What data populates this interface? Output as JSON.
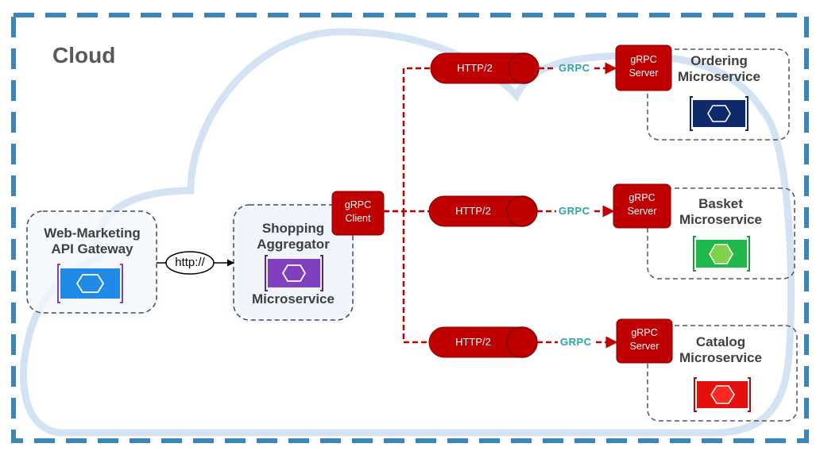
{
  "title": "Cloud",
  "gateway": {
    "line1": "Web-Marketing",
    "line2": "API Gateway"
  },
  "link_http": "http://",
  "aggregator": {
    "line1": "Shopping",
    "line2": "Aggregator",
    "line3": "Microservice"
  },
  "client": {
    "line1": "gRPC",
    "line2": "Client"
  },
  "pipe_label": "HTTP/2",
  "grpc_label": "GRPC",
  "server": {
    "line1": "gRPC",
    "line2": "Server"
  },
  "services": [
    {
      "line1": "Ordering",
      "line2": "Microservice",
      "color": "#0e2a6b"
    },
    {
      "line1": "Basket",
      "line2": "Microservice",
      "color": "#1fb84a"
    },
    {
      "line1": "Catalog",
      "line2": "Microservice",
      "color": "#e3100b"
    }
  ],
  "colors": {
    "frame": "#3a86b6",
    "cloud": "#c9ddf1",
    "red": "#c00000",
    "gateway_icon": "#1f8be6",
    "aggregator_icon": "#7f3fbf"
  }
}
